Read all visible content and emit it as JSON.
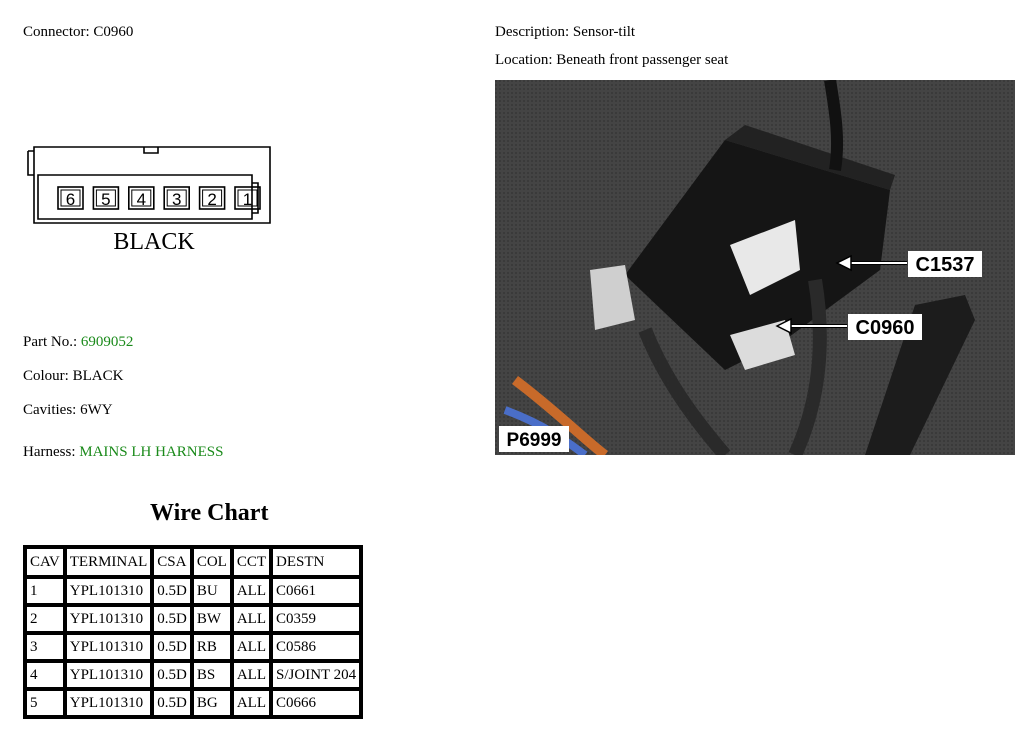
{
  "connector": {
    "label": "Connector:",
    "value": "C0960"
  },
  "description": {
    "label": "Description:",
    "value": "Sensor-tilt"
  },
  "location": {
    "label": "Location:",
    "value": "Beneath front passenger seat"
  },
  "diagram": {
    "cavities": [
      "6",
      "5",
      "4",
      "3",
      "2",
      "1"
    ],
    "colour_label": "BLACK"
  },
  "part_no": {
    "label": "Part No.:",
    "value": "6909052"
  },
  "colour": {
    "label": "Colour:",
    "value": "BLACK"
  },
  "cavities": {
    "label": "Cavities:",
    "value": "6WY"
  },
  "harness": {
    "label": "Harness:",
    "value": "MAINS LH HARNESS"
  },
  "photo": {
    "callouts": [
      "C1537",
      "C0960"
    ],
    "id": "P6999"
  },
  "wire_chart": {
    "title": "Wire Chart",
    "headers": [
      "CAV",
      "TERMINAL",
      "CSA",
      "COL",
      "CCT",
      "DESTN"
    ],
    "rows": [
      [
        "1",
        "YPL101310",
        "0.5D",
        "BU",
        "ALL",
        "C0661"
      ],
      [
        "2",
        "YPL101310",
        "0.5D",
        "BW",
        "ALL",
        "C0359"
      ],
      [
        "3",
        "YPL101310",
        "0.5D",
        "RB",
        "ALL",
        "C0586"
      ],
      [
        "4",
        "YPL101310",
        "0.5D",
        "BS",
        "ALL",
        "S/JOINT 204"
      ],
      [
        "5",
        "YPL101310",
        "0.5D",
        "BG",
        "ALL",
        "C0666"
      ]
    ]
  },
  "colors": {
    "link_green": "#1a8a1a"
  }
}
